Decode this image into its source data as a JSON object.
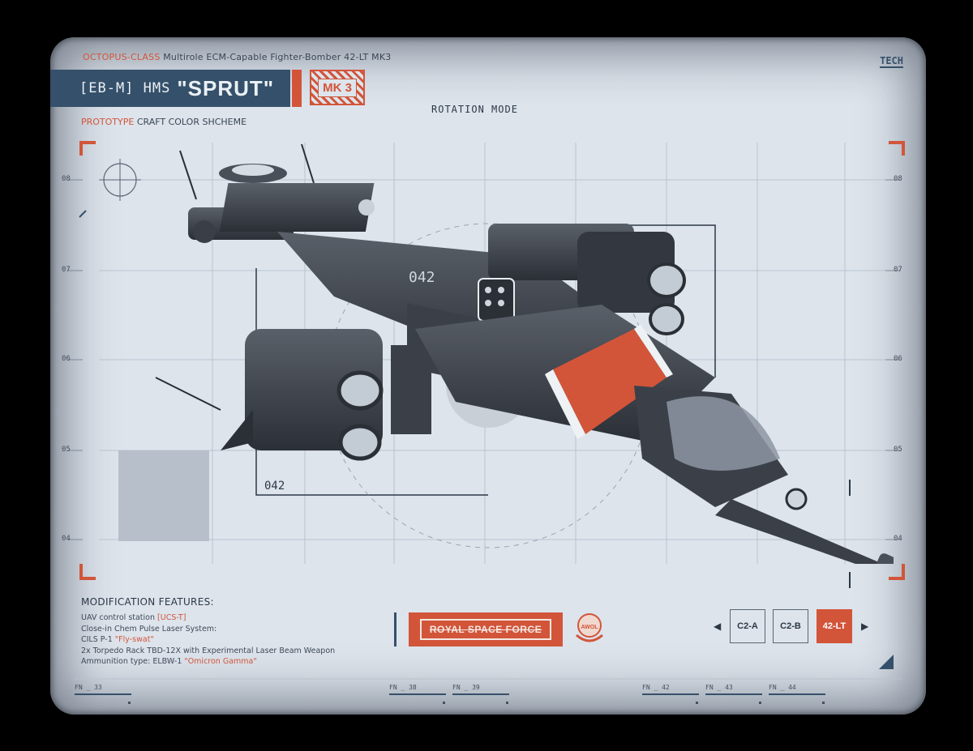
{
  "header": {
    "class_label": "OCTOPUS-CLASS",
    "class_desc": "Multirole ECM-Capable Fighter-Bomber 42-LT MK3",
    "designation": "[EB-M] HMS",
    "ship_name": "\"SPRUT\"",
    "mark": "MK 3",
    "subtitle_accent": "PROTOTYPE",
    "subtitle_rest": "CRAFT COLOR SHCHEME",
    "mode": "ROTATION MODE",
    "tech": "TECH"
  },
  "axis": {
    "left": [
      "08",
      "07",
      "06",
      "05",
      "04"
    ],
    "right": [
      "08",
      "07",
      "06",
      "05",
      "04"
    ]
  },
  "ship": {
    "hull_number": "042",
    "frame_label": "042"
  },
  "features": {
    "heading": "MODIFICATION FEATURES:",
    "items": [
      {
        "text": "UAV control station ",
        "accent": "[UCS-T]"
      },
      {
        "text": "Close-in Chem Pulse Laser System:",
        "accent": ""
      },
      {
        "text": "CILS P-1 ",
        "accent": "\"Fly-swat\""
      },
      {
        "text": "2x Torpedo Rack TBD-12X with Experimental Laser Beam Weapon",
        "accent": ""
      },
      {
        "text": "Ammunition type: ELBW-1 ",
        "accent": "\"Omicron Gamma\""
      }
    ]
  },
  "badge": {
    "label": "ROYAL SPACE FORCE",
    "emblem_text": "AWOL"
  },
  "variants": {
    "items": [
      "C2-A",
      "C2-B",
      "42-LT"
    ],
    "active": "42-LT",
    "prev_icon": "◀",
    "next_icon": "▶"
  },
  "footer": {
    "tabs": [
      "FN _ 33",
      "FN _ 38",
      "FN _ 39",
      "FN _ 42",
      "FN _ 43",
      "FN _ 44"
    ]
  },
  "colors": {
    "accent": "#d2553a",
    "navy": "#35506a",
    "screen": "#dde4ec",
    "hull": "#3b4048"
  }
}
